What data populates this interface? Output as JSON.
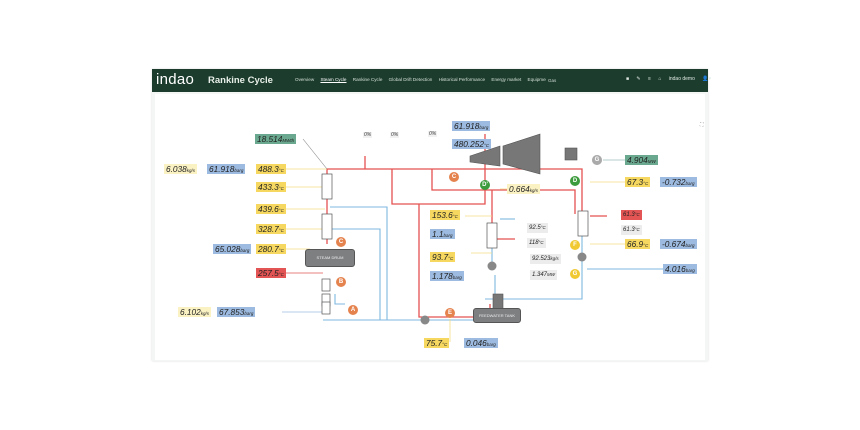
{
  "nav": {
    "logo": "indao",
    "title": "Rankine Cycle",
    "links": [
      "Overview",
      "Steam Cycle",
      "Rankine Cycle",
      "Global Drift Detection",
      "Historical Performance",
      "Energy market",
      "Equipment Health"
    ],
    "active_link": "Steam Cycle",
    "search_value": "Gas",
    "user": "indao demo",
    "icons": [
      "save-icon",
      "edit-icon",
      "settings-icon",
      "home-icon",
      "user-icon"
    ]
  },
  "vessels": {
    "steam_drum": "STEAM DRUM",
    "feedwater_tank": "FEEDWATER TANK"
  },
  "valve_openings": [
    "0%",
    "0%",
    "0%"
  ],
  "labels": {
    "generator_power": {
      "value": "18.514",
      "unit": "MWth"
    },
    "left_flow": {
      "value": "6.038",
      "unit": "kg/s"
    },
    "left_pressure": {
      "value": "61.918",
      "unit": "barg"
    },
    "t488": {
      "value": "488.3",
      "unit": "°C"
    },
    "t433": {
      "value": "433.3",
      "unit": "°C"
    },
    "t439": {
      "value": "439.6",
      "unit": "°C"
    },
    "t328": {
      "value": "328.7",
      "unit": "°C"
    },
    "drum_pressure": {
      "value": "65.028",
      "unit": "barg"
    },
    "t280": {
      "value": "280.7",
      "unit": "°C"
    },
    "t257": {
      "value": "257.5",
      "unit": "°C"
    },
    "feed_flow": {
      "value": "6.102",
      "unit": "kg/s"
    },
    "feed_pressure": {
      "value": "67.853",
      "unit": "barg"
    },
    "turbine_pressure": {
      "value": "61.918",
      "unit": "barg"
    },
    "turbine_temp": {
      "value": "480.252",
      "unit": "°C"
    },
    "extraction_flow": {
      "value": "0.664",
      "unit": "kg/s"
    },
    "power_out": {
      "value": "4.904",
      "unit": "MW"
    },
    "cond_temp": {
      "value": "67.3",
      "unit": "°C"
    },
    "cond_pressure": {
      "value": "-0.732",
      "unit": "barg"
    },
    "t153": {
      "value": "153.6",
      "unit": "°C"
    },
    "p11": {
      "value": "1.1",
      "unit": "barg"
    },
    "t93": {
      "value": "93.7",
      "unit": "°C"
    },
    "p1178": {
      "value": "1.178",
      "unit": "barg"
    },
    "dh_return": {
      "value": "92.5",
      "unit": "°C"
    },
    "dh_supply": {
      "value": "118",
      "unit": "°C"
    },
    "dh_flow": {
      "value": "92.523",
      "unit": "kg/s"
    },
    "dh_power": {
      "value": "1.347",
      "unit": "MW"
    },
    "cw_in": {
      "value": "61.3",
      "unit": "°C"
    },
    "cw_out": {
      "value": "61.3",
      "unit": "°C"
    },
    "f_temp": {
      "value": "66.9",
      "unit": "°C"
    },
    "f_pressure": {
      "value": "-0.674",
      "unit": "barg"
    },
    "g_pressure": {
      "value": "4.016",
      "unit": "barg"
    },
    "fw_temp": {
      "value": "75.7",
      "unit": "°C"
    },
    "fw_pressure": {
      "value": "0.046",
      "unit": "barg"
    }
  },
  "badges": [
    "A",
    "B",
    "C",
    "C",
    "D'",
    "D",
    "E",
    "F",
    "G",
    "G"
  ]
}
